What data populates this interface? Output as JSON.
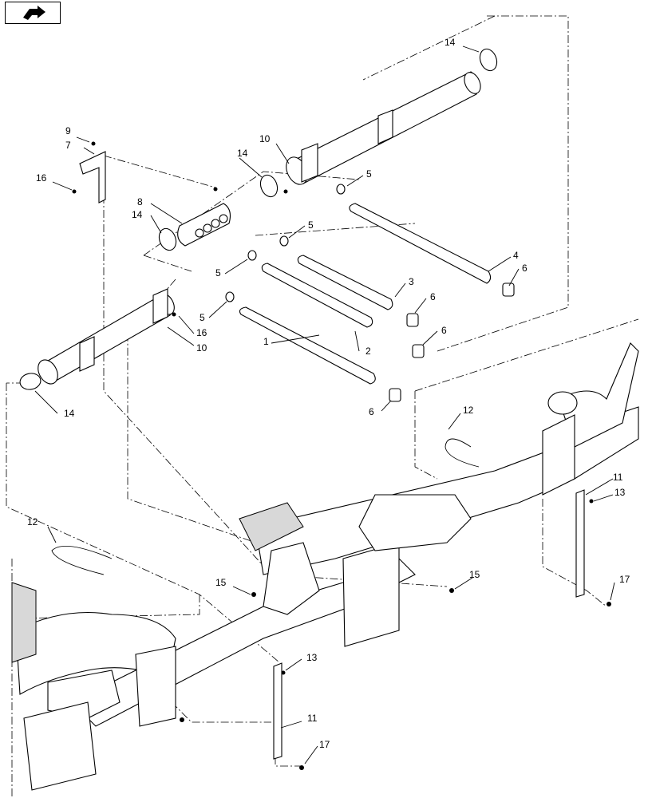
{
  "icons": {
    "nav": "next-page-arrow-icon"
  },
  "callouts": [
    {
      "id": "c1",
      "text": "1"
    },
    {
      "id": "c2",
      "text": "2"
    },
    {
      "id": "c3",
      "text": "3"
    },
    {
      "id": "c4",
      "text": "4"
    },
    {
      "id": "c5a",
      "text": "5"
    },
    {
      "id": "c5b",
      "text": "5"
    },
    {
      "id": "c5c",
      "text": "5"
    },
    {
      "id": "c5d",
      "text": "5"
    },
    {
      "id": "c6a",
      "text": "6"
    },
    {
      "id": "c6b",
      "text": "6"
    },
    {
      "id": "c6c",
      "text": "6"
    },
    {
      "id": "c6d",
      "text": "6"
    },
    {
      "id": "c7",
      "text": "7"
    },
    {
      "id": "c8",
      "text": "8"
    },
    {
      "id": "c9",
      "text": "9"
    },
    {
      "id": "c10a",
      "text": "10"
    },
    {
      "id": "c10b",
      "text": "10"
    },
    {
      "id": "c11a",
      "text": "11"
    },
    {
      "id": "c11b",
      "text": "11"
    },
    {
      "id": "c12a",
      "text": "12"
    },
    {
      "id": "c12b",
      "text": "12"
    },
    {
      "id": "c13a",
      "text": "13"
    },
    {
      "id": "c13b",
      "text": "13"
    },
    {
      "id": "c14a",
      "text": "14"
    },
    {
      "id": "c14b",
      "text": "14"
    },
    {
      "id": "c14c",
      "text": "14"
    },
    {
      "id": "c14d",
      "text": "14"
    },
    {
      "id": "c15a",
      "text": "15"
    },
    {
      "id": "c15b",
      "text": "15"
    },
    {
      "id": "c16a",
      "text": "16"
    },
    {
      "id": "c16b",
      "text": "16"
    },
    {
      "id": "c17a",
      "text": "17"
    },
    {
      "id": "c17b",
      "text": "17"
    }
  ]
}
